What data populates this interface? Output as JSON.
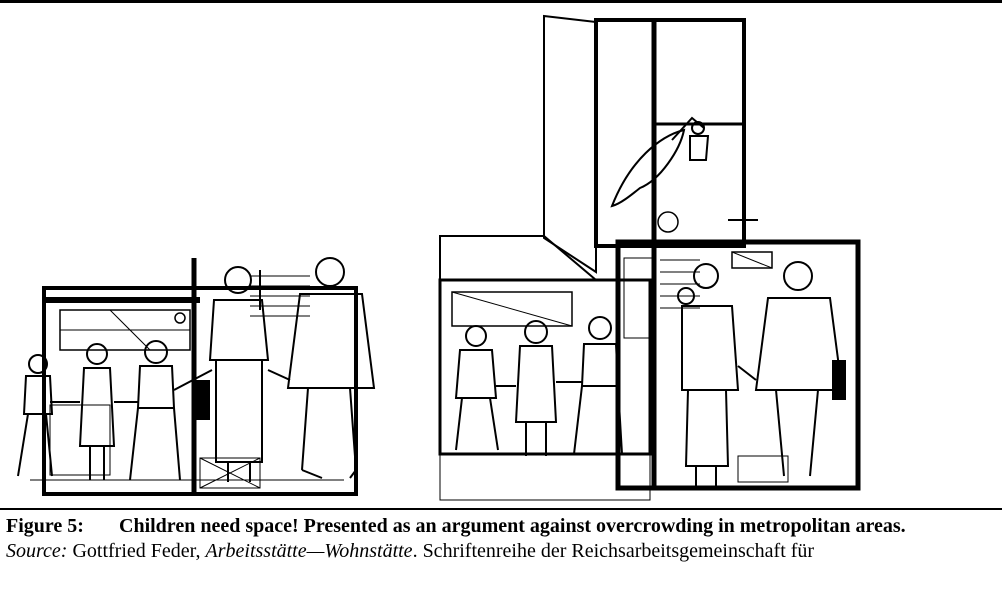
{
  "caption": {
    "figure_label": "Figure 5:",
    "figure_title": "Children need space! Presented as an argument against overcrowding in metropolitan areas.",
    "source_label": "Source:",
    "source_author": " Gottfried Feder, ",
    "source_title": "Arbeitsstätte—Wohnstätte",
    "source_rest": ". Schriftenreihe der Reichsarbeitsgemeinschaft für"
  },
  "colors": {
    "ink": "#000000",
    "paper": "#ffffff"
  }
}
